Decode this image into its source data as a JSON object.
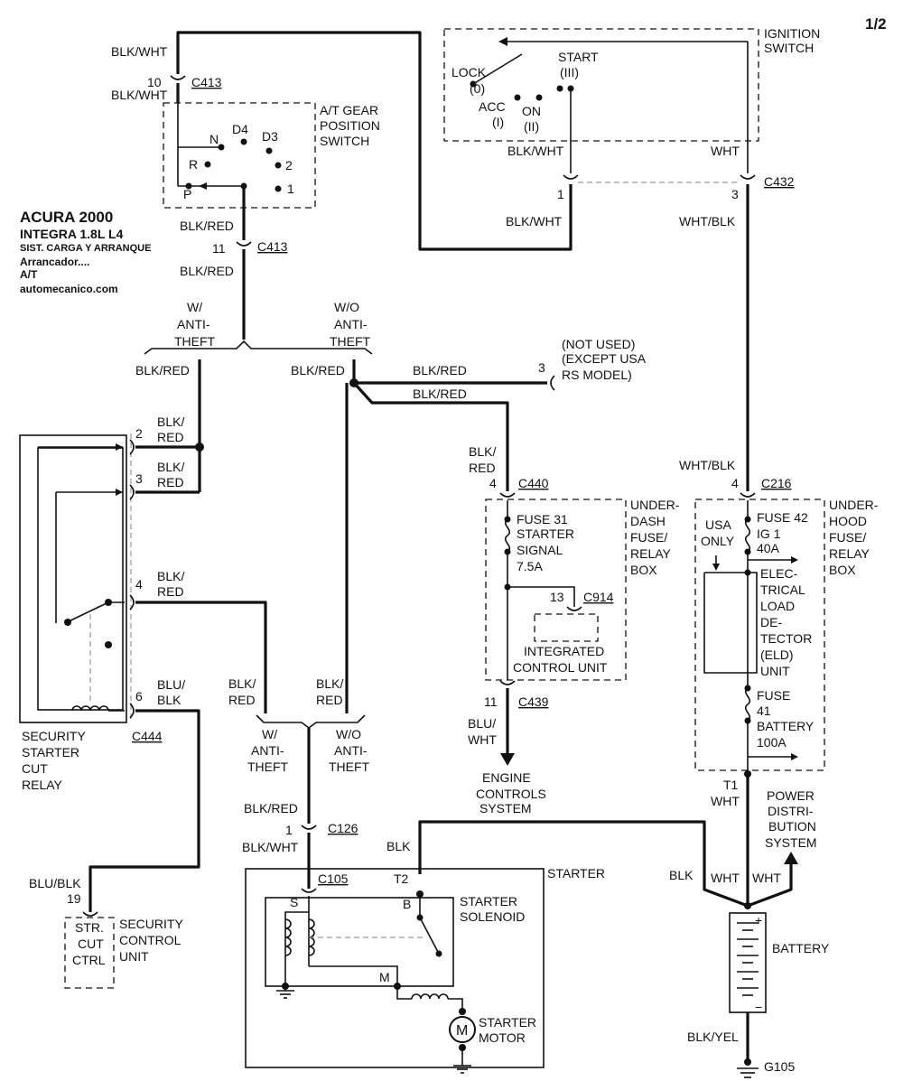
{
  "page": "1/2",
  "header": {
    "title": "ACURA 2000",
    "model": "INTEGRA  1.8L  L4",
    "system": "SIST. CARGA Y ARRANQUE",
    "component": "Arrancador....",
    "transmission": "A/T",
    "website": "automecanico.com"
  },
  "wires": {
    "blk_wht": "BLK/WHT",
    "blk_red": "BLK/RED",
    "wht": "WHT",
    "wht_blk": "WHT/BLK",
    "blk": "BLK",
    "blu_blk": "BLU/BLK",
    "blk_yel": "BLK/YEL",
    "blk_slash": "BLK/",
    "red": "RED",
    "blu_slash": "BLU/",
    "blk2": "BLK",
    "blu_slash_wht": "BLU/",
    "wht2": "WHT"
  },
  "connectors": {
    "c413": "C413",
    "c432": "C432",
    "c440": "C440",
    "c914": "C914",
    "c439": "C439",
    "c216": "C216",
    "c444": "C444",
    "c126": "C126",
    "c105": "C105",
    "t1": "T1",
    "t2": "T2",
    "g105": "G105"
  },
  "pins": {
    "p10": "10",
    "p11": "11",
    "p1": "1",
    "p3": "3",
    "p2": "2",
    "p4": "4",
    "p6": "6",
    "p13": "13",
    "p19": "19"
  },
  "ignition_switch": {
    "title_1": "IGNITION",
    "title_2": "SWITCH",
    "lock": "LOCK",
    "lock_pos": "(0)",
    "acc": "ACC",
    "acc_pos": "(I)",
    "on": "ON",
    "on_pos": "(II)",
    "start": "START",
    "start_pos": "(III)"
  },
  "gear_switch": {
    "title_1": "A/T GEAR",
    "title_2": "POSITION",
    "title_3": "SWITCH",
    "n": "N",
    "d4": "D4",
    "d3": "D3",
    "r": "R",
    "two": "2",
    "p": "P",
    "one": "1"
  },
  "branches": {
    "w_anti_1": "W/",
    "w_anti_2": "ANTI-",
    "w_anti_3": "THEFT",
    "wo_anti_1": "W/O",
    "wo_anti_2": "ANTI-",
    "wo_anti_3": "THEFT"
  },
  "not_used": {
    "line1": "(NOT USED)",
    "line2": "(EXCEPT USA",
    "line3": "RS MODEL)"
  },
  "underdash": {
    "fuse_line1": "FUSE 31",
    "fuse_line2": "STARTER",
    "fuse_line3": "SIGNAL",
    "fuse_line4": "7.5A",
    "box_1": "UNDER-",
    "box_2": "DASH",
    "box_3": "FUSE/",
    "box_4": "RELAY",
    "box_5": "BOX",
    "icu_1": "INTEGRATED",
    "icu_2": "CONTROL UNIT"
  },
  "engine_controls": {
    "line1": "ENGINE",
    "line2": "CONTROLS",
    "line3": "SYSTEM"
  },
  "underhood": {
    "box_1": "UNDER-",
    "box_2": "HOOD",
    "box_3": "FUSE/",
    "box_4": "RELAY",
    "box_5": "BOX",
    "fuse42_1": "FUSE 42",
    "fuse42_2": "IG 1",
    "fuse42_3": "40A",
    "usa_1": "USA",
    "usa_2": "ONLY",
    "eld_1": "ELEC-",
    "eld_2": "TRICAL",
    "eld_3": "LOAD",
    "eld_4": "DE-",
    "eld_5": "TECTOR",
    "eld_6": "(ELD)",
    "eld_7": "UNIT",
    "fuse41_1": "FUSE",
    "fuse41_2": "41",
    "fuse41_3": "BATTERY",
    "fuse41_4": "100A"
  },
  "power_dist": {
    "line1": "POWER",
    "line2": "DISTRI-",
    "line3": "BUTION",
    "line4": "SYSTEM"
  },
  "security_relay": {
    "line1": "SECURITY",
    "line2": "STARTER",
    "line3": "CUT",
    "line4": "RELAY"
  },
  "security_unit": {
    "box_1": "STR.",
    "box_2": "CUT",
    "box_3": "CTRL",
    "label_1": "SECURITY",
    "label_2": "CONTROL",
    "label_3": "UNIT"
  },
  "starter": {
    "title": "STARTER",
    "solenoid_1": "STARTER",
    "solenoid_2": "SOLENOID",
    "s": "S",
    "b": "B",
    "m": "M",
    "motor_1": "STARTER",
    "motor_2": "MOTOR",
    "motor_symbol": "M"
  },
  "battery": {
    "label": "BATTERY",
    "plus": "+",
    "minus": "−"
  }
}
